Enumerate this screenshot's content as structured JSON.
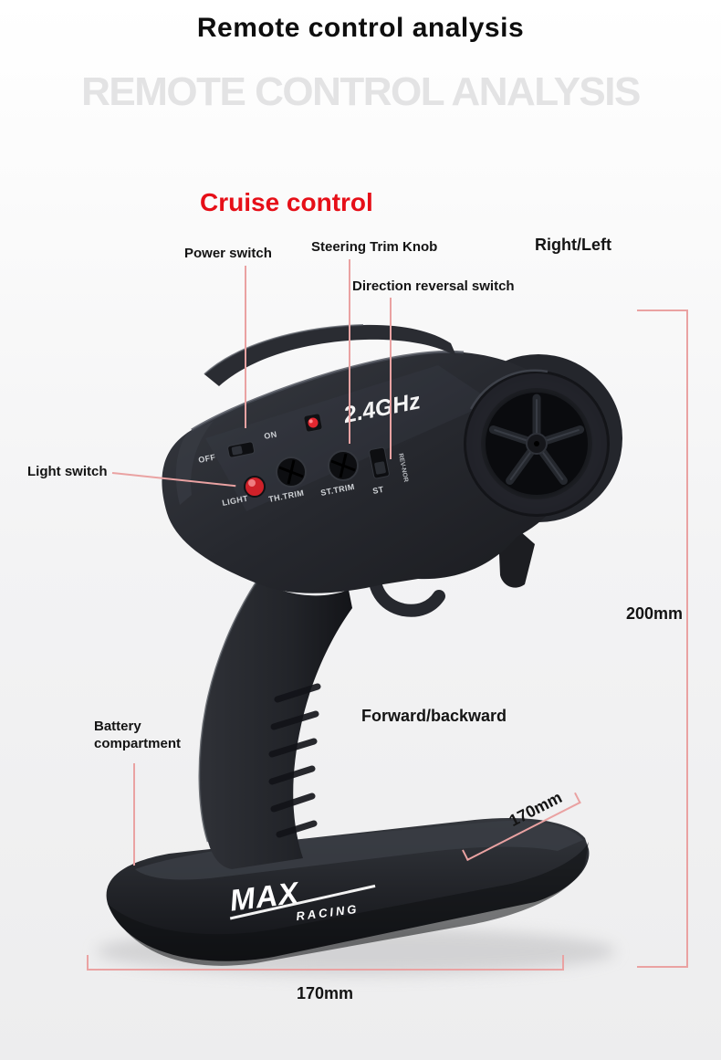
{
  "page": {
    "title": "Remote control analysis",
    "watermark": "REMOTE CONTROL ANALYSIS"
  },
  "callouts": {
    "cruise_control": "Cruise control",
    "power_switch": "Power switch",
    "steering_trim_knob": "Steering Trim Knob",
    "direction_reversal_switch": "Direction reversal switch",
    "right_left": "Right/Left",
    "light_switch": "Light switch",
    "battery_compartment": "Battery compartment",
    "forward_backward": "Forward/backward"
  },
  "dimensions": {
    "overall_height": "200mm",
    "base_depth": "170mm",
    "base_length": "170mm"
  },
  "device": {
    "frequency": "2.4GHz",
    "brand_line1": "MAX",
    "brand_line2": "RACING",
    "labels": {
      "off": "OFF",
      "on": "ON",
      "light": "LIGHT",
      "th_trim": "TH.TRIM",
      "st_trim": "ST.TRIM",
      "rev_nor": "REV-NOR",
      "st": "ST"
    }
  },
  "colors": {
    "accent_red": "#e60f18",
    "annotation_line": "#eaa2a2",
    "watermark_gray": "#e3e3e4",
    "device_body": "#26282e"
  }
}
